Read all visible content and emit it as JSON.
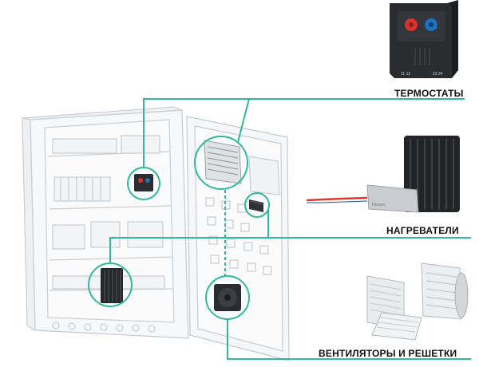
{
  "labels": {
    "thermostats": "ТЕРМОСТАТЫ",
    "heaters": "НАГРЕВАТЕЛИ",
    "fans_grilles": "ВЕНТИЛЯТОРЫ И РЕШЕТКИ"
  },
  "thermostat_markings": {
    "left_terminals": "11 12",
    "right_terminals": "23 24"
  },
  "colors": {
    "accent_teal": "#2fb9a0",
    "thermostat_red": "#d8332f",
    "thermostat_blue": "#1e73be",
    "heater_cable_red": "#d93a2b",
    "cabinet_outline": "#c9cdd2"
  },
  "icons": [
    "thermostat-product",
    "heater-product",
    "fan-grille-product",
    "electrical-cabinet"
  ]
}
